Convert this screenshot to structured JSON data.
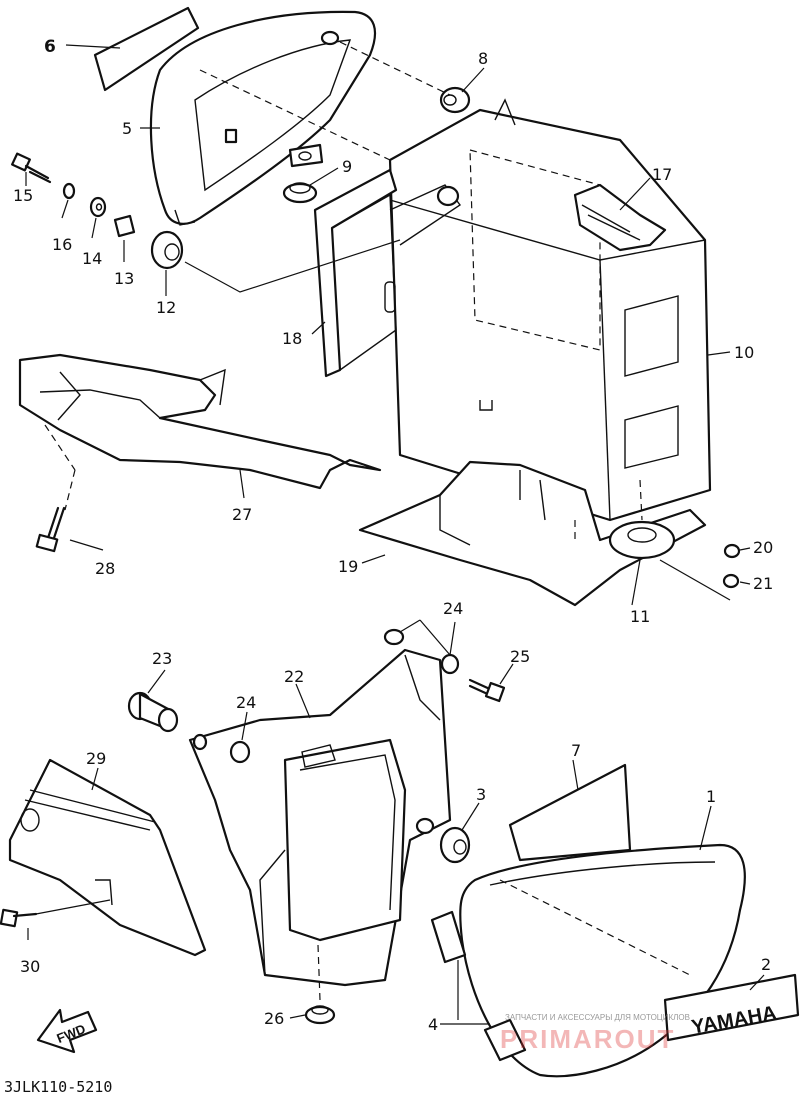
{
  "callouts": {
    "c1": "1",
    "c2": "2",
    "c3": "3",
    "c4": "4",
    "c5": "5",
    "c6": "6",
    "c7": "7",
    "c8": "8",
    "c9": "9",
    "c10": "10",
    "c11": "11",
    "c12": "12",
    "c13": "13",
    "c14": "14",
    "c15": "15",
    "c16": "16",
    "c17": "17",
    "c18": "18",
    "c19": "19",
    "c20": "20",
    "c21": "21",
    "c22": "22",
    "c23": "23",
    "c24a": "24",
    "c24b": "24",
    "c25": "25",
    "c26": "26",
    "c27": "27",
    "c28": "28",
    "c29": "29",
    "c30": "30"
  },
  "drawing_code": "3JLK110-5210",
  "fwd_label": "FWD",
  "emblem_text": "YAMAHA",
  "watermark": {
    "small": "ЗАПЧАСТИ И АКСЕССУАРЫ ДЛЯ МОТОЦИКЛОВ",
    "big": "PRIMAROUT"
  }
}
